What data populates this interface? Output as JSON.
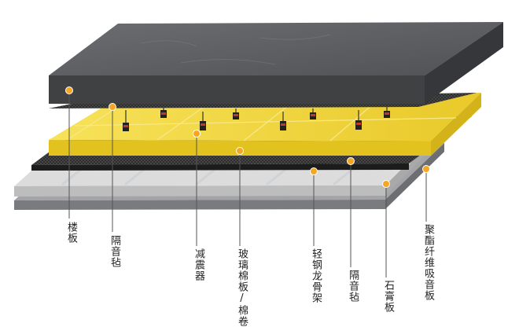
{
  "labels": {
    "floor_slab": "楼板",
    "felt_top": "隔音毡",
    "damper": "减震器",
    "glass_wool": "玻璃棉板/棉卷",
    "steel_keel": "轻钢龙骨架",
    "felt_bottom": "隔音毡",
    "gypsum_board": "石膏板",
    "polyester_board": "聚酯纤维吸音板"
  },
  "colors": {
    "concrete": "#5b5d5f",
    "glass_wool": "#f2d93a",
    "felt": "#2a2a2a",
    "gypsum": "#d9d9d9",
    "polyester": "#8e8f93",
    "marker": "#f5a623",
    "leader": "#555555"
  }
}
